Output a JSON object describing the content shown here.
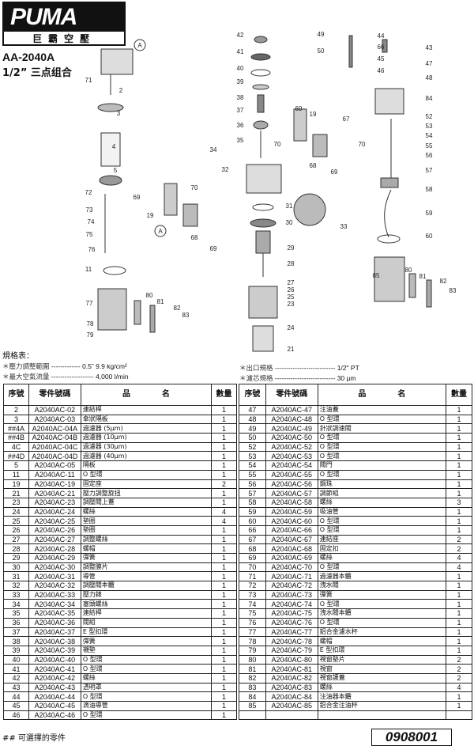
{
  "header": {
    "brand": "PUMA",
    "brand_cn": "巨霸空壓",
    "model": "AA-2040A",
    "subtitle": "1/2” 三点组合"
  },
  "diagram": {
    "callouts": [
      "A",
      "71",
      "2",
      "3",
      "4",
      "5",
      "72",
      "73",
      "74",
      "75",
      "76",
      "11",
      "77",
      "78",
      "79",
      "80",
      "81",
      "82",
      "83",
      "69",
      "19",
      "A",
      "68",
      "69",
      "70",
      "34",
      "32",
      "35",
      "36",
      "37",
      "38",
      "39",
      "40",
      "41",
      "42",
      "31",
      "30",
      "33",
      "29",
      "28",
      "27",
      "26",
      "25",
      "23",
      "24",
      "21",
      "49",
      "50",
      "44",
      "66",
      "45",
      "46",
      "43",
      "47",
      "48",
      "84",
      "52",
      "53",
      "54",
      "55",
      "56",
      "57",
      "58",
      "59",
      "60",
      "85",
      "80",
      "81",
      "82",
      "83",
      "69",
      "19",
      "67",
      "70",
      "70",
      "68",
      "69"
    ]
  },
  "specs": {
    "title": "規格表：",
    "items": [
      {
        "label": "＊壓力調整範圍",
        "dots": "-------------",
        "value": "0.5˜ 9.9 kg/cm²"
      },
      {
        "label": "＊最大空氣流量",
        "dots": "-------------------",
        "value": "4,000 l/min"
      },
      {
        "label": "＊出口規格",
        "dots": "---------------------------",
        "value": "1/2\" PT"
      },
      {
        "label": "＊濾芯規格",
        "dots": "---------------------------",
        "value": "30 µm"
      }
    ]
  },
  "table": {
    "headers": [
      "序號",
      "零件號碼",
      "品　　　　名",
      "數量"
    ],
    "left": [
      [
        "2",
        "A2040AC-02",
        "連結桿",
        "1"
      ],
      [
        "3",
        "A2040AC-03",
        "傘狀隔板",
        "1"
      ],
      [
        "##4A",
        "A2040AC-04A",
        "過濾器 (5µm)",
        "1"
      ],
      [
        "##4B",
        "A2040AC-04B",
        "過濾器 (10µm)",
        "1"
      ],
      [
        "4C",
        "A2040AC-04C",
        "過濾器 (30µm)",
        "1"
      ],
      [
        "##4D",
        "A2040AC-04D",
        "過濾器 (40µm)",
        "1"
      ],
      [
        "5",
        "A2040AC-05",
        "隔板",
        "1"
      ],
      [
        "11",
        "A2040AC-11",
        "O 型環",
        "1"
      ],
      [
        "19",
        "A2040AC-19",
        "固定座",
        "2"
      ],
      [
        "21",
        "A2040AC-21",
        "壓力調整旋扭",
        "1"
      ],
      [
        "23",
        "A2040AC-23",
        "調壓閥上蓋",
        "1"
      ],
      [
        "24",
        "A2040AC-24",
        "螺絲",
        "4"
      ],
      [
        "25",
        "A2040AC-25",
        "墊圈",
        "4"
      ],
      [
        "26",
        "A2040AC-26",
        "墊圈",
        "1"
      ],
      [
        "27",
        "A2040AC-27",
        "調整螺絲",
        "1"
      ],
      [
        "28",
        "A2040AC-28",
        "螺帽",
        "1"
      ],
      [
        "29",
        "A2040AC-29",
        "彈簧",
        "1"
      ],
      [
        "30",
        "A2040AC-30",
        "調整膜片",
        "1"
      ],
      [
        "31",
        "A2040AC-31",
        "導管",
        "1"
      ],
      [
        "32",
        "A2040AC-32",
        "調壓閥本體",
        "1"
      ],
      [
        "33",
        "A2040AC-33",
        "壓力錶",
        "1"
      ],
      [
        "34",
        "A2040AC-34",
        "塞頭螺絲",
        "1"
      ],
      [
        "35",
        "A2040AC-35",
        "連結桿",
        "1"
      ],
      [
        "36",
        "A2040AC-36",
        "閥組",
        "1"
      ],
      [
        "37",
        "A2040AC-37",
        "E 型扣環",
        "1"
      ],
      [
        "38",
        "A2040AC-38",
        "彈簧",
        "1"
      ],
      [
        "39",
        "A2040AC-39",
        "襯墊",
        "1"
      ],
      [
        "40",
        "A2040AC-40",
        "O 型環",
        "1"
      ],
      [
        "41",
        "A2040AC-41",
        "O 型環",
        "1"
      ],
      [
        "42",
        "A2040AC-42",
        "螺絲",
        "1"
      ],
      [
        "43",
        "A2040AC-43",
        "透明罩",
        "1"
      ],
      [
        "44",
        "A2040AC-44",
        "O 型環",
        "1"
      ],
      [
        "45",
        "A2040AC-45",
        "滴油導管",
        "1"
      ],
      [
        "46",
        "A2040AC-46",
        "O 型環",
        "1"
      ]
    ],
    "right": [
      [
        "47",
        "A2040AC-47",
        "注油蓋",
        "1"
      ],
      [
        "48",
        "A2040AC-48",
        "O 型環",
        "1"
      ],
      [
        "49",
        "A2040AC-49",
        "針狀調速閥",
        "1"
      ],
      [
        "50",
        "A2040AC-50",
        "O 型環",
        "1"
      ],
      [
        "52",
        "A2040AC-52",
        "O 型環",
        "1"
      ],
      [
        "53",
        "A2040AC-53",
        "O 型環",
        "1"
      ],
      [
        "54",
        "A2040AC-54",
        "閥門",
        "1"
      ],
      [
        "55",
        "A2040AC-55",
        "O 型環",
        "1"
      ],
      [
        "56",
        "A2040AC-56",
        "鋼珠",
        "1"
      ],
      [
        "57",
        "A2040AC-57",
        "調節組",
        "1"
      ],
      [
        "58",
        "A2040AC-58",
        "螺絲",
        "3"
      ],
      [
        "59",
        "A2040AC-59",
        "吸油管",
        "1"
      ],
      [
        "60",
        "A2040AC-60",
        "O 型環",
        "1"
      ],
      [
        "66",
        "A2040AC-66",
        "O 型環",
        "1"
      ],
      [
        "67",
        "A2040AC-67",
        "連結座",
        "2"
      ],
      [
        "68",
        "A2040AC-68",
        "固定扣",
        "2"
      ],
      [
        "69",
        "A2040AC-69",
        "螺絲",
        "4"
      ],
      [
        "70",
        "A2040AC-70",
        "O 型環",
        "4"
      ],
      [
        "71",
        "A2040AC-71",
        "過濾器本體",
        "1"
      ],
      [
        "72",
        "A2040AC-72",
        "洩水閥",
        "1"
      ],
      [
        "73",
        "A2040AC-73",
        "彈簧",
        "1"
      ],
      [
        "74",
        "A2040AC-74",
        "O 型環",
        "1"
      ],
      [
        "75",
        "A2040AC-75",
        "洩水閥本體",
        "1"
      ],
      [
        "76",
        "A2040AC-76",
        "O 型環",
        "1"
      ],
      [
        "77",
        "A2040AC-77",
        "鋁合金濾水杯",
        "1"
      ],
      [
        "78",
        "A2040AC-78",
        "螺帽",
        "1"
      ],
      [
        "79",
        "A2040AC-79",
        "E 型扣環",
        "1"
      ],
      [
        "80",
        "A2040AC-80",
        "視窗墊片",
        "2"
      ],
      [
        "81",
        "A2040AC-81",
        "視窗",
        "2"
      ],
      [
        "82",
        "A2040AC-82",
        "視窗護蓋",
        "2"
      ],
      [
        "83",
        "A2040AC-83",
        "螺絲",
        "4"
      ],
      [
        "84",
        "A2040AC-84",
        "注油器本體",
        "1"
      ],
      [
        "85",
        "A2040AC-85",
        "鋁合金注油杯",
        "1"
      ]
    ]
  },
  "footer": {
    "note": "## 可選擇的零件",
    "doc_code": "0908001"
  }
}
